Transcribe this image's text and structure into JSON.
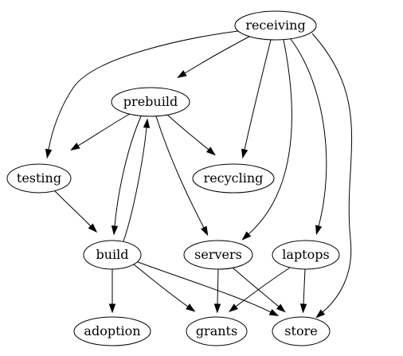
{
  "graph": {
    "nodes": [
      {
        "id": "receiving",
        "label": "receiving"
      },
      {
        "id": "prebuild",
        "label": "prebuild"
      },
      {
        "id": "testing",
        "label": "testing"
      },
      {
        "id": "recycling",
        "label": "recycling"
      },
      {
        "id": "build",
        "label": "build"
      },
      {
        "id": "servers",
        "label": "servers"
      },
      {
        "id": "laptops",
        "label": "laptops"
      },
      {
        "id": "adoption",
        "label": "adoption"
      },
      {
        "id": "grants",
        "label": "grants"
      },
      {
        "id": "store",
        "label": "store"
      }
    ],
    "edges": [
      {
        "from": "receiving",
        "to": "prebuild"
      },
      {
        "from": "receiving",
        "to": "testing"
      },
      {
        "from": "receiving",
        "to": "recycling"
      },
      {
        "from": "receiving",
        "to": "servers"
      },
      {
        "from": "receiving",
        "to": "laptops"
      },
      {
        "from": "receiving",
        "to": "store"
      },
      {
        "from": "prebuild",
        "to": "testing"
      },
      {
        "from": "prebuild",
        "to": "recycling"
      },
      {
        "from": "prebuild",
        "to": "build"
      },
      {
        "from": "prebuild",
        "to": "servers"
      },
      {
        "from": "testing",
        "to": "build"
      },
      {
        "from": "build",
        "to": "prebuild"
      },
      {
        "from": "build",
        "to": "adoption"
      },
      {
        "from": "build",
        "to": "grants"
      },
      {
        "from": "build",
        "to": "store"
      },
      {
        "from": "servers",
        "to": "grants"
      },
      {
        "from": "servers",
        "to": "store"
      },
      {
        "from": "laptops",
        "to": "grants"
      },
      {
        "from": "laptops",
        "to": "store"
      }
    ]
  }
}
